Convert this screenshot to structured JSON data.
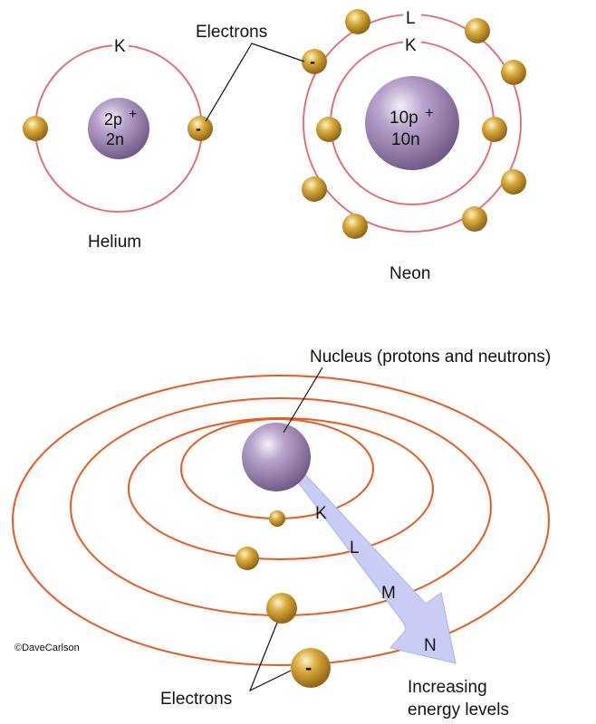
{
  "colors": {
    "orbit_pink": "#e8636a",
    "orbit_orange": "#e85a1e",
    "nucleus": "#9b83b3",
    "electron": "#c99a2a",
    "arrow": "#c9cdf5"
  },
  "helium": {
    "name": "Helium",
    "shell": "K",
    "nucleus_line1": "2p",
    "nucleus_line2": "2n",
    "charge": "+",
    "electron_sign": "-"
  },
  "neon": {
    "name": "Neon",
    "shell_inner": "K",
    "shell_outer": "L",
    "nucleus_line1": "10p",
    "nucleus_line2": "10n",
    "charge": "+",
    "electron_sign": "-"
  },
  "top_electrons_label": "Electrons",
  "bottom": {
    "nucleus_label": "Nucleus (protons and neutrons)",
    "shells": [
      "K",
      "L",
      "M",
      "N"
    ],
    "arrow_label_line1": "Increasing",
    "arrow_label_line2": "energy levels",
    "electrons_label": "Electrons",
    "electron_sign": "-"
  },
  "credit": "©DaveCarlson"
}
